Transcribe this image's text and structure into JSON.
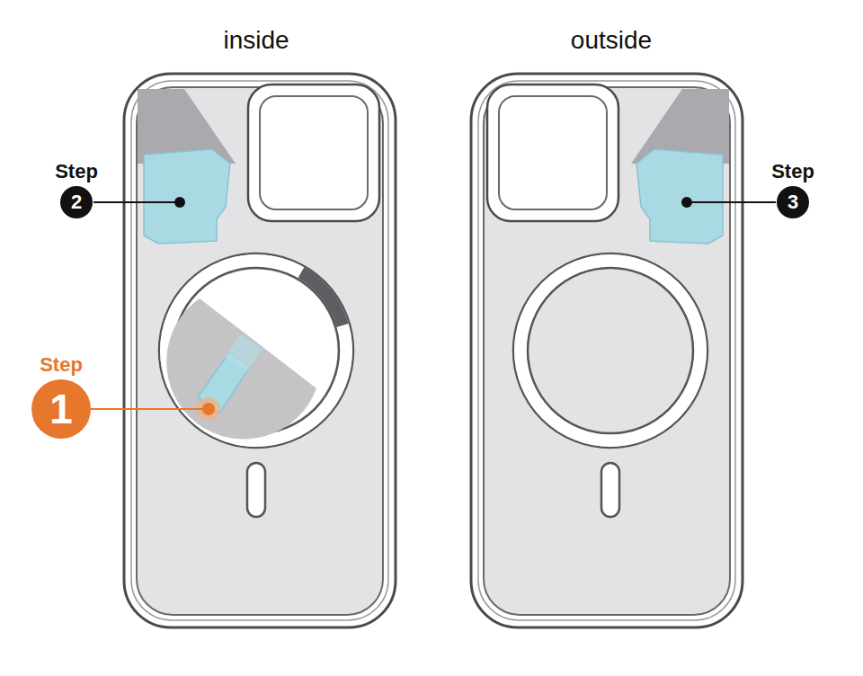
{
  "diagram": {
    "nodes": [
      {
        "text": [
          "Step",
          "2"
        ]
      },
      {
        "text": [
          "Step",
          "3"
        ]
      },
      {
        "text": [
          "Step",
          "1"
        ]
      }
    ],
    "labels": [
      "inside",
      "outside"
    ]
  }
}
